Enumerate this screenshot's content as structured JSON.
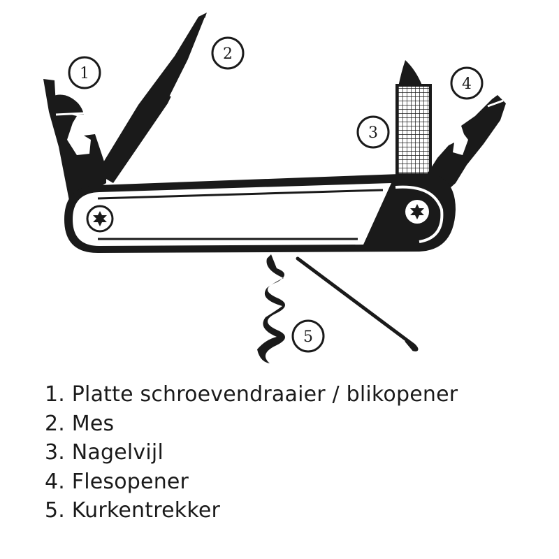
{
  "callouts": [
    {
      "number": "1",
      "tool": "Platte schroevendraaier / blikopener"
    },
    {
      "number": "2",
      "tool": "Mes"
    },
    {
      "number": "3",
      "tool": "Nagelvijl"
    },
    {
      "number": "4",
      "tool": "Flesopener"
    },
    {
      "number": "5",
      "tool": "Kurkentrekker"
    }
  ],
  "legend": [
    "1. Platte schroevendraaier / blikopener",
    "2. Mes",
    "3. Nagelvijl",
    "4. Flesopener",
    "5. Kurkentrekker"
  ],
  "colors": {
    "ink": "#1a1a1a",
    "background": "#ffffff"
  },
  "icons": [
    "pocket-knife-illustration",
    "torx-screw-icon"
  ]
}
